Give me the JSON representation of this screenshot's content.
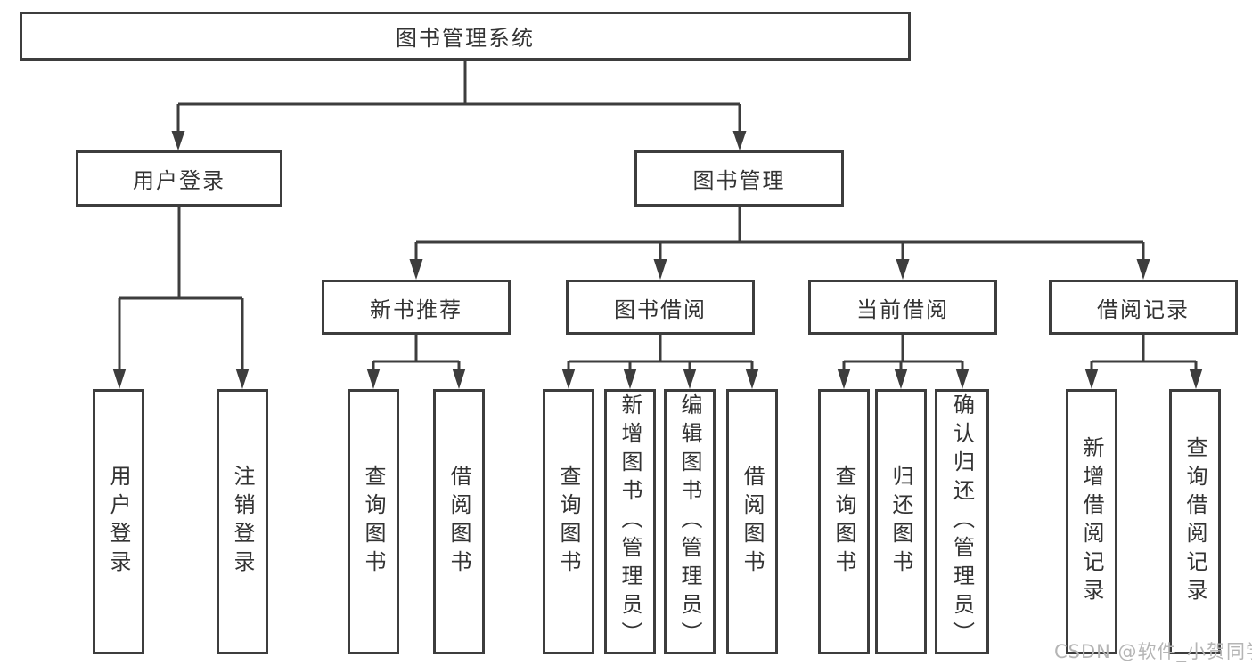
{
  "page": {
    "background": "#ffffff",
    "watermark": "CSDN @软件_小贺同学",
    "colors": {
      "line": "#3d3d3d",
      "text": "#333333",
      "watermark": "#b5b5b5"
    }
  },
  "tree": {
    "root": {
      "label": "图书管理系统"
    },
    "level2": {
      "user": {
        "label": "用户登录"
      },
      "books": {
        "label": "图书管理"
      }
    },
    "level3": {
      "recommend": {
        "label": "新书推荐"
      },
      "borrow": {
        "label": "图书借阅"
      },
      "current": {
        "label": "当前借阅"
      },
      "records": {
        "label": "借阅记录"
      }
    },
    "leaves": {
      "user": [
        "用户登录",
        "注销登录"
      ],
      "recommend": [
        "查询图书",
        "借阅图书"
      ],
      "borrow": [
        "查询图书",
        "新增图书（管理员）",
        "编辑图书（管理员）",
        "借阅图书"
      ],
      "current": [
        "查询图书",
        "归还图书",
        "确认归还（管理员）"
      ],
      "records": [
        "新增借阅记录",
        "查询借阅记录"
      ]
    }
  }
}
